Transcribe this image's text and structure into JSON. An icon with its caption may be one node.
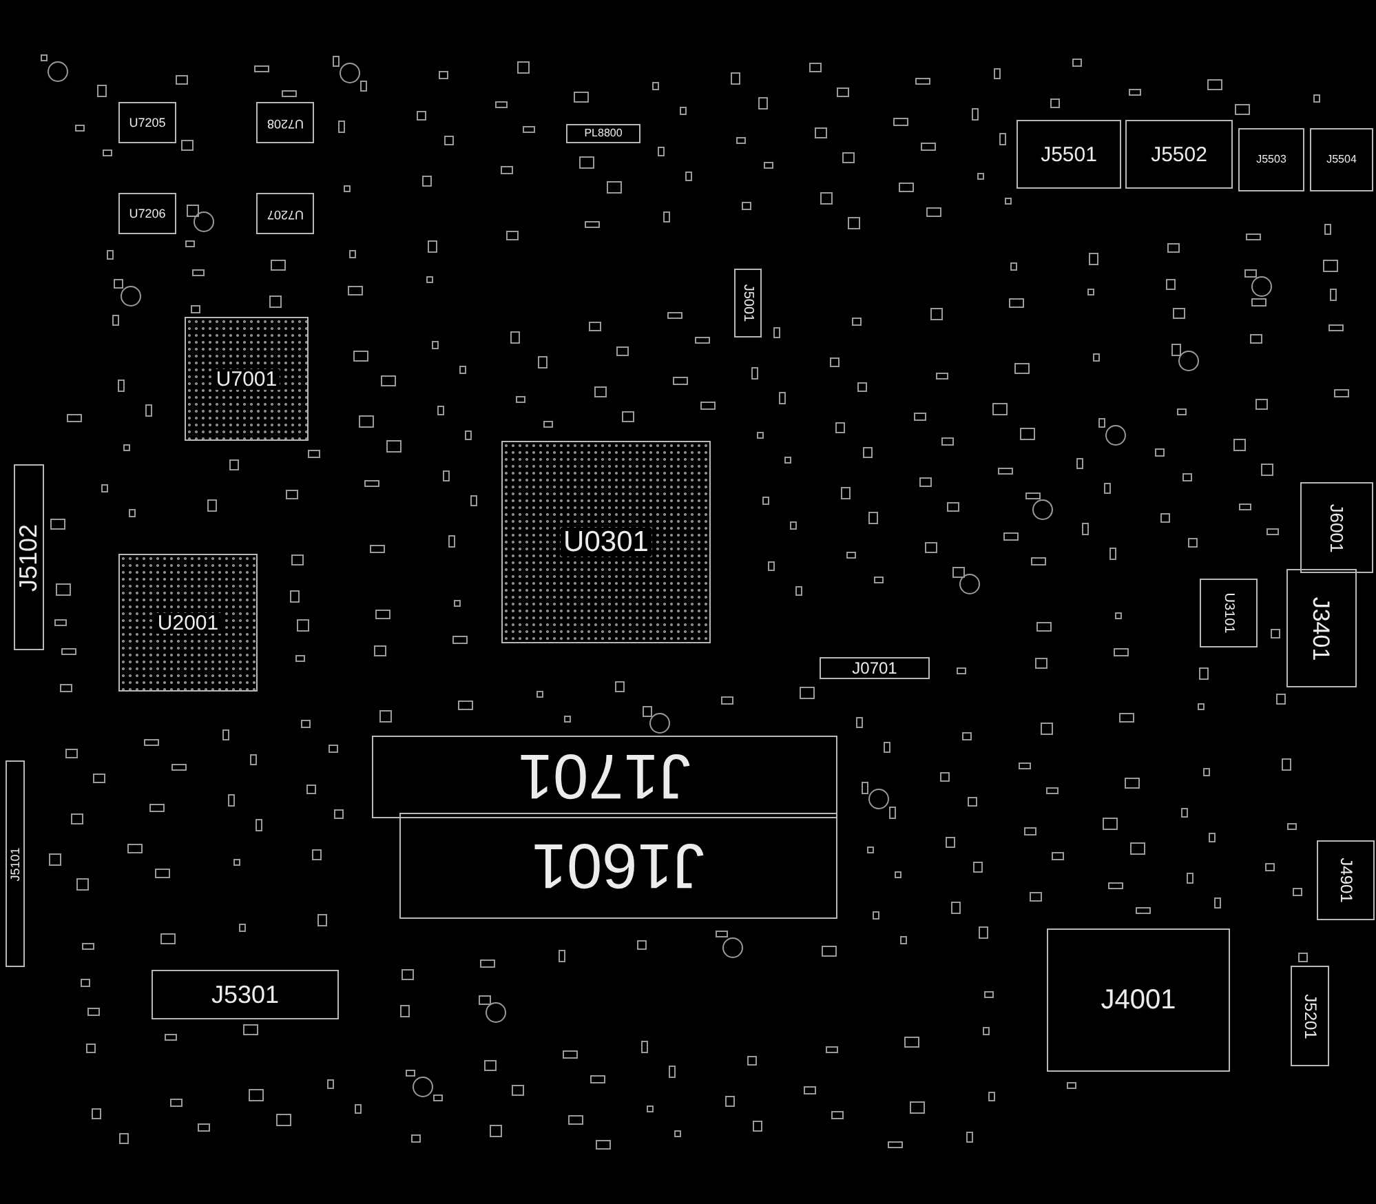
{
  "diagram": {
    "nodes": [
      {
        "text": [
          "U7205"
        ]
      },
      {
        "text": [
          "U7208"
        ]
      },
      {
        "text": [
          "U7206"
        ]
      },
      {
        "text": [
          "U7207"
        ]
      },
      {
        "text": [
          "U7001"
        ]
      },
      {
        "text": [
          "J5102"
        ]
      },
      {
        "text": [
          "U2001"
        ]
      },
      {
        "text": [
          "U0301"
        ]
      },
      {
        "text": [
          "J0701"
        ]
      },
      {
        "text": [
          "J1701"
        ]
      },
      {
        "text": [
          "J1601"
        ]
      },
      {
        "text": [
          "J5301"
        ]
      },
      {
        "text": [
          "J4001"
        ]
      },
      {
        "text": [
          "J5501"
        ]
      },
      {
        "text": [
          "J5502"
        ]
      },
      {
        "text": [
          "J5503"
        ]
      },
      {
        "text": [
          "J5504"
        ]
      },
      {
        "text": [
          "J6001"
        ]
      },
      {
        "text": [
          "J3401"
        ]
      },
      {
        "text": [
          "U3101"
        ]
      },
      {
        "text": [
          "J4901"
        ]
      },
      {
        "text": [
          "J5201"
        ]
      },
      {
        "text": [
          "J5101"
        ]
      },
      {
        "text": [
          "J5001"
        ]
      },
      {
        "text": [
          "PL8800"
        ]
      }
    ]
  }
}
